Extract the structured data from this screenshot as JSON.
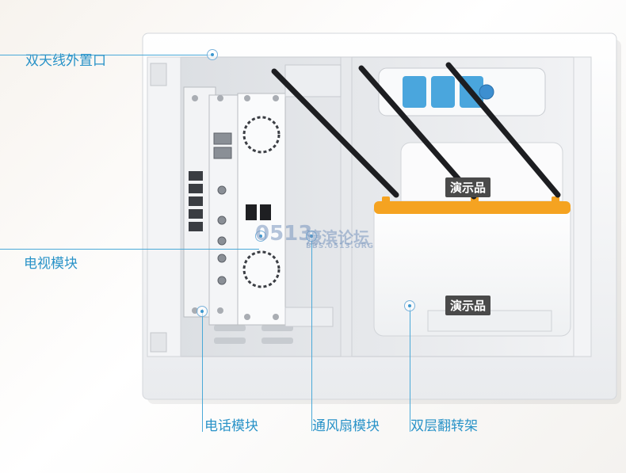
{
  "callouts": {
    "antenna": "双天线外置口",
    "tv_module": "电视模块",
    "phone_module": "电话模块",
    "fan_module": "通风扇模块",
    "double_frame": "双层翻转架"
  },
  "demo_tags": {
    "upper": "演示品",
    "lower": "演示品"
  },
  "watermark": {
    "number": "0513",
    "name": "濠滨论坛",
    "url": "BBS.0513.ORG"
  },
  "colors": {
    "accent": "#2a93c8",
    "line": "#4aa9d8",
    "router_orange": "#f5a321",
    "outlet_blue": "#4aa6dd"
  },
  "icons": [
    "location-marker-icon",
    "antenna-icon"
  ]
}
